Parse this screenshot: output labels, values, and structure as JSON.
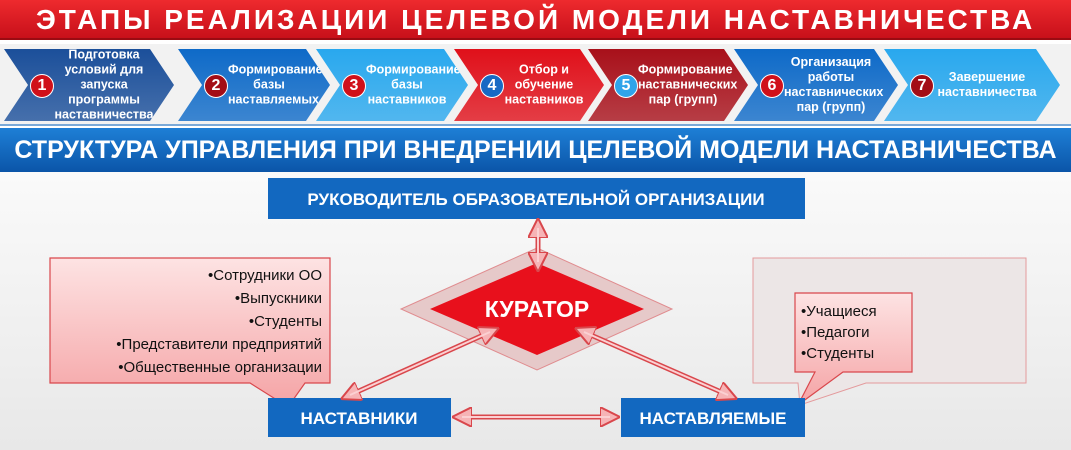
{
  "title": "ЭТАПЫ РЕАЛИЗАЦИИ ЦЕЛЕВОЙ МОДЕЛИ НАСТАВНИЧЕСТВА",
  "steps": [
    {
      "num": "1",
      "label": "Подготовка условий для запуска программы наставничества",
      "color": "#1b4f9a",
      "badge": "#d0101a"
    },
    {
      "num": "2",
      "label": "Формирование базы наставляемых",
      "color": "#0e6ac8",
      "badge": "#a30d16"
    },
    {
      "num": "3",
      "label": "Формирование базы наставников",
      "color": "#29a8ee",
      "badge": "#d0101a"
    },
    {
      "num": "4",
      "label": "Отбор и обучение наставников",
      "color": "#e0101a",
      "badge": "#1769c4"
    },
    {
      "num": "5",
      "label": "Формирование наставнических пар (групп)",
      "color": "#a8101a",
      "badge": "#2fa4ea"
    },
    {
      "num": "6",
      "label": "Организация работы наставнических пар (групп)",
      "color": "#0e6ac8",
      "badge": "#d0101a"
    },
    {
      "num": "7",
      "label": "Завершение наставничества",
      "color": "#29a8ee",
      "badge": "#a30d16"
    }
  ],
  "banner": "СТРУКТУРА УПРАВЛЕНИЯ ПРИ ВНЕДРЕНИИ ЦЕЛЕВОЙ МОДЕЛИ НАСТАВНИЧЕСТВА",
  "diagram": {
    "head": "РУКОВОДИТЕЛЬ ОБРАЗОВАТЕЛЬНОЙ ОРГАНИЗАЦИИ",
    "curator": "КУРАТОР",
    "mentors": "НАСТАВНИКИ",
    "mentees": "НАСТАВЛЯЕМЫЕ",
    "mentor_sources": [
      "•Сотрудники ОО",
      "•Выпускники",
      "•Студенты",
      "•Представители предприятий",
      "•Общественные организации"
    ],
    "mentee_sources": [
      "•Учащиеся",
      "•Педагоги",
      "•Студенты"
    ]
  }
}
